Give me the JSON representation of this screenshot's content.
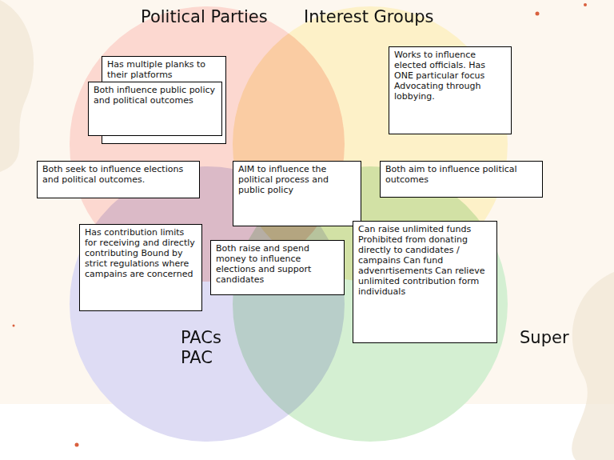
{
  "diagram": {
    "nodes": [
      {
        "text": [
          "Has multiple planks to their platforms"
        ]
      },
      {
        "text": [
          "Both influence public policy and political outcomes"
        ]
      },
      {
        "text": [
          "Works to influence elected officials. Has ONE particular focus Advocating through lobbying."
        ]
      },
      {
        "text": [
          "Both seek to influence elections and political outcomes."
        ]
      },
      {
        "text": [
          "AIM to influence the political process and public policy"
        ]
      },
      {
        "text": [
          "Both aim to influence political outcomes"
        ]
      },
      {
        "text": [
          "Has contribution limits for receiving and directly contributing Bound by strict regulations where campains are concerned"
        ]
      },
      {
        "text": [
          "Both raise and spend money to influence elections and support candidates"
        ]
      },
      {
        "text": [
          "Can raise unlimited funds Prohibited from donating directly to candidates / campains Can fund advenrtisements Can relieve unlimited contribution form individuals"
        ]
      }
    ],
    "labels": [
      "Political Parties",
      "Interest Groups",
      "PACs",
      "PAC",
      "Super"
    ]
  }
}
